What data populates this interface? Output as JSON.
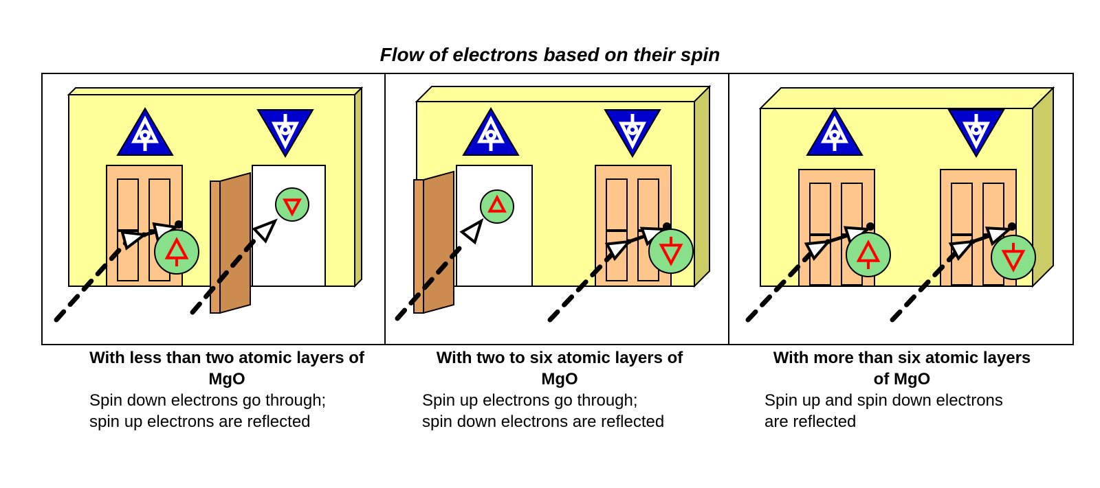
{
  "title": "Flow of electrons based on their spin",
  "colors": {
    "wall": "#ffff99",
    "wall_side": "#cccc66",
    "door": "#ffc68c",
    "door_open": "#cc8c50",
    "sign": "#0000cc",
    "electron": "#88e08a",
    "electron_mark": "#ff0000"
  },
  "panels": [
    {
      "caption_bold": "With less than two atomic layers of MgO",
      "caption_lines": [
        "Spin down electrons go through;",
        "spin up electrons are reflected"
      ]
    },
    {
      "caption_bold": "With two to six atomic layers of MgO",
      "caption_lines": [
        "Spin up electrons go through;",
        "spin down electrons are reflected"
      ]
    },
    {
      "caption_bold": "With more than six atomic layers of MgO",
      "caption_lines": [
        "Spin up and spin down electrons",
        "are reflected"
      ]
    }
  ]
}
